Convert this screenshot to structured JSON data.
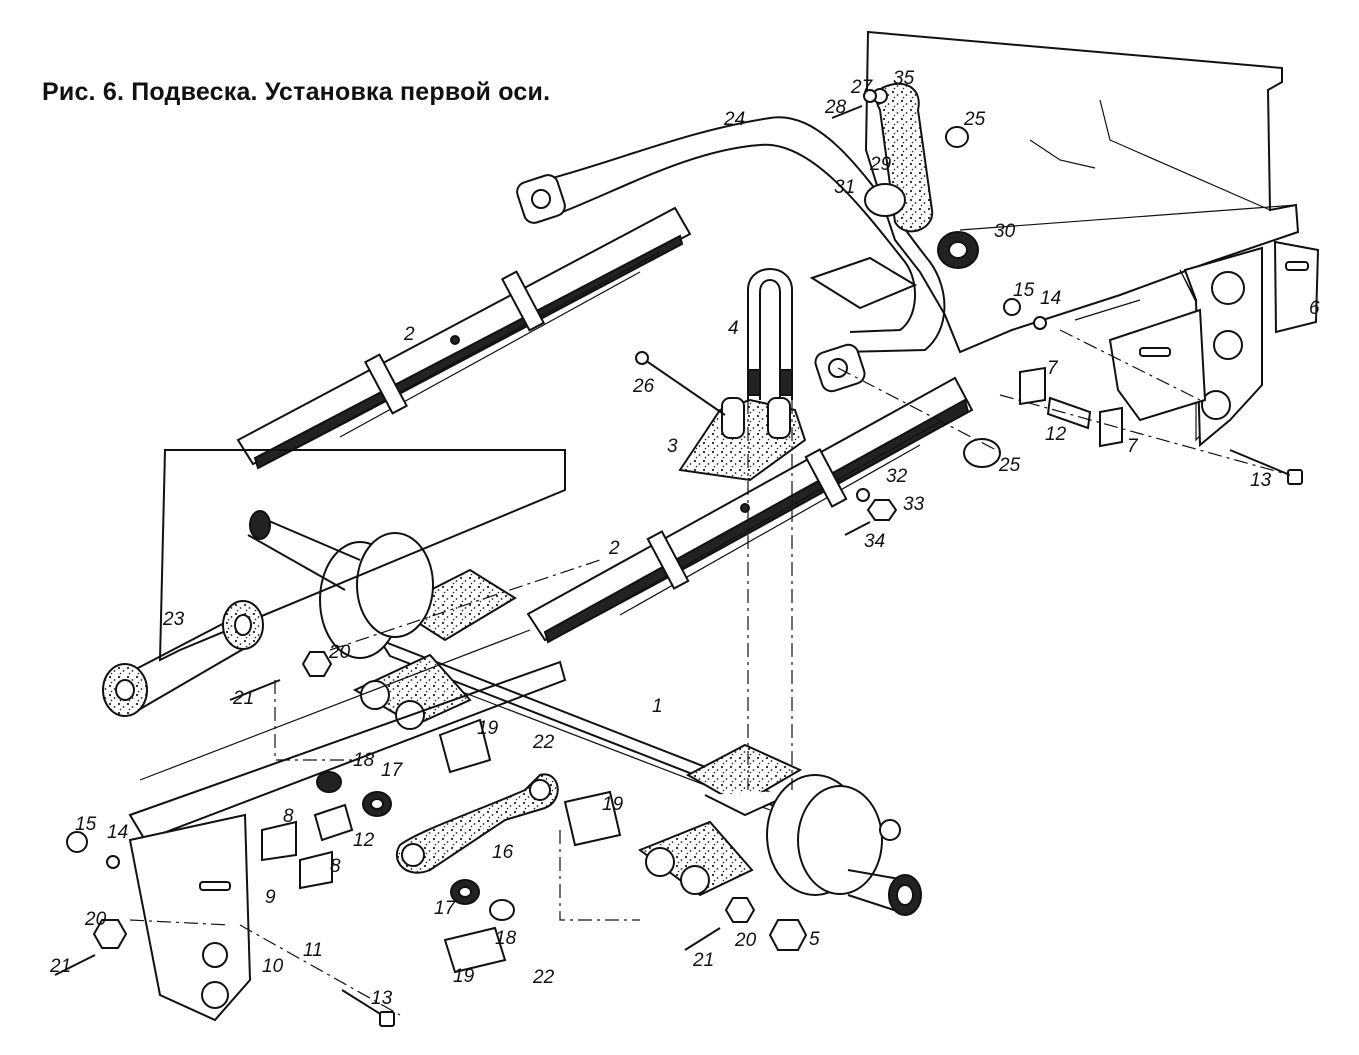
{
  "title": "Рис. 6. Подвеска. Установка первой оси.",
  "callouts": {
    "c1": "1",
    "c2a": "2",
    "c2b": "2",
    "c3": "3",
    "c4": "4",
    "c5": "5",
    "c6": "6",
    "c7a": "7",
    "c7b": "7",
    "c8a": "8",
    "c8b": "8",
    "c9": "9",
    "c10": "10",
    "c11": "11",
    "c12a": "12",
    "c12b": "12",
    "c13a": "13",
    "c13b": "13",
    "c14a": "14",
    "c14b": "14",
    "c15a": "15",
    "c15b": "15",
    "c16": "16",
    "c17a": "17",
    "c17b": "17",
    "c18a": "18",
    "c18b": "18",
    "c19a": "19",
    "c19b": "19",
    "c19c": "19",
    "c20a": "20",
    "c20b": "20",
    "c20c": "20",
    "c21a": "21",
    "c21b": "21",
    "c21c": "21",
    "c22a": "22",
    "c22b": "22",
    "c23": "23",
    "c24": "24",
    "c25a": "25",
    "c25b": "25",
    "c26": "26",
    "c27": "27",
    "c28": "28",
    "c29": "29",
    "c30": "30",
    "c31": "31",
    "c32": "32",
    "c33": "33",
    "c34": "34",
    "c35": "35"
  }
}
